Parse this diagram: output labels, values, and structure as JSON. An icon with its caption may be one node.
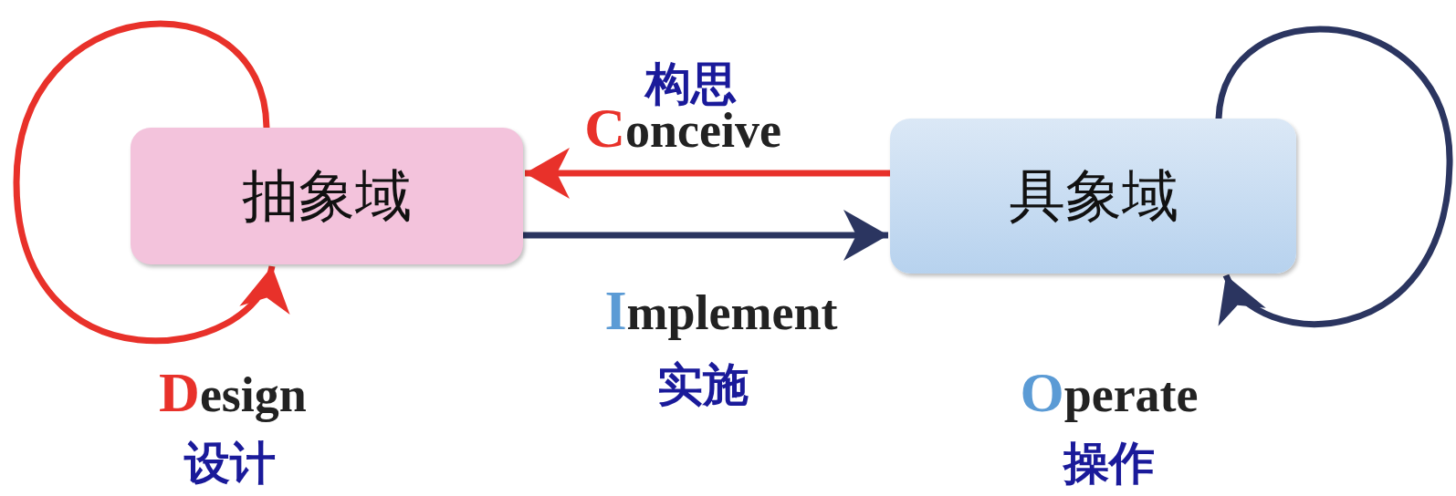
{
  "diagram": {
    "nodes": [
      {
        "text": [
          "抽象域"
        ]
      },
      {
        "text": [
          "具象域"
        ]
      }
    ],
    "edges": [
      {
        "from": 1,
        "to": 0,
        "arrow": "to",
        "label": "Conceive",
        "color": "#e8312a"
      },
      {
        "from": 0,
        "to": 1,
        "arrow": "to",
        "label": "Implement",
        "color": "#2b3560"
      },
      {
        "from": 0,
        "to": 0,
        "arrow": "to",
        "label": "Design",
        "color": "#e8312a"
      },
      {
        "from": 1,
        "to": 1,
        "arrow": "to",
        "label": "Operate",
        "color": "#2b3560"
      }
    ],
    "labels": [
      "构思",
      "实施",
      "设计",
      "操作"
    ]
  }
}
